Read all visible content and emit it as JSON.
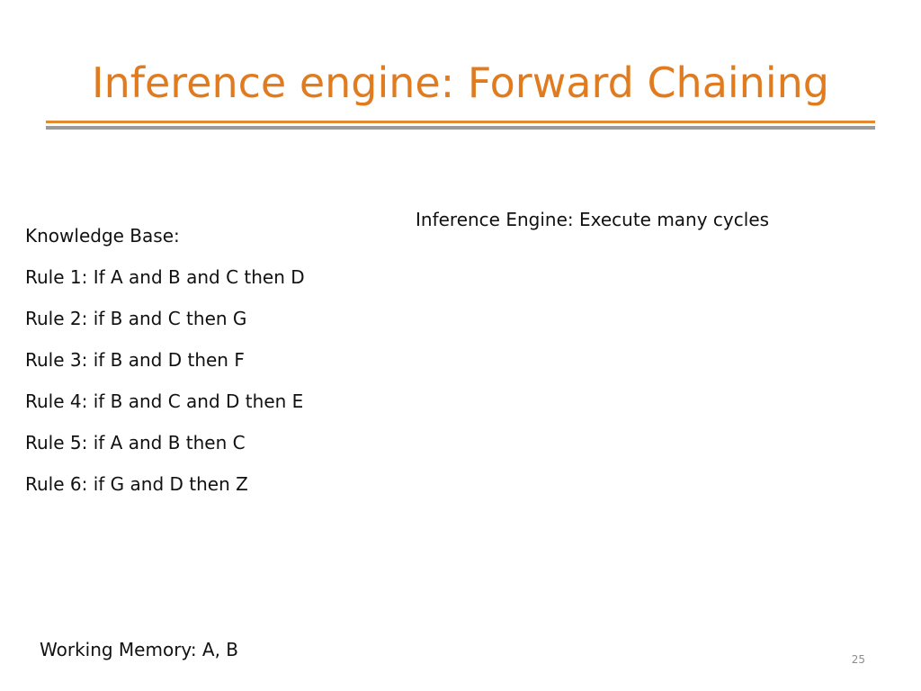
{
  "slide": {
    "title": "Inference engine: Forward Chaining",
    "inference_engine_text": "Inference Engine: Execute many cycles",
    "knowledge_base": {
      "heading": "Knowledge Base:",
      "rules": [
        "Rule 1: If A and B and C then D",
        "Rule 2: if B and C then G",
        "Rule 3: if B and D then F",
        "Rule 4: if B and C and D then E",
        "Rule 5: if A and B then C",
        "Rule 6: if G and D then Z"
      ]
    },
    "working_memory": "Working Memory: A, B",
    "page_number": "25"
  },
  "colors": {
    "title": "#E07B1F",
    "rule_orange": "#E48A2E",
    "rule_gray": "#9A9A9A",
    "page_number": "#8C8C8C"
  }
}
